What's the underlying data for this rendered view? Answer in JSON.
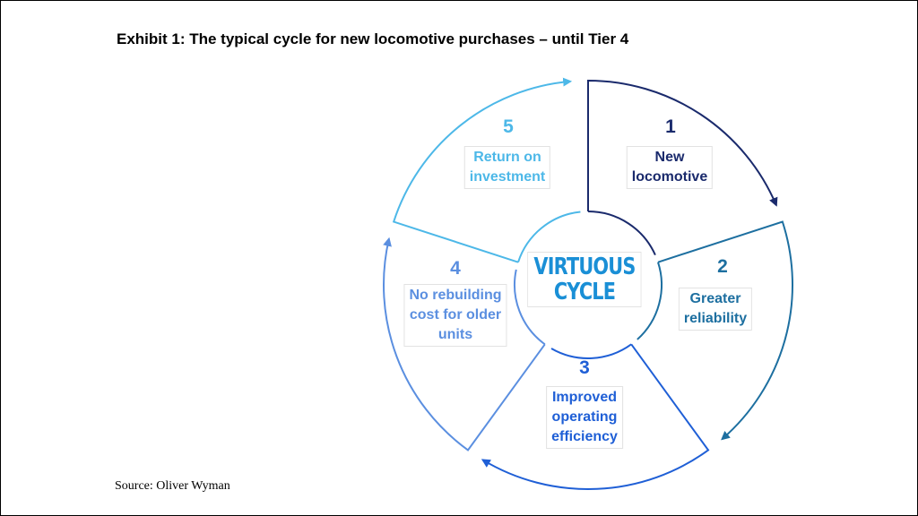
{
  "title": "Exhibit 1: The typical cycle for new locomotive purchases – until Tier 4",
  "source": "Source: Oliver Wyman",
  "center": {
    "line1": "VIRTUOUS",
    "line2": "CYCLE",
    "color": "#1a8fd6"
  },
  "steps": [
    {
      "number": "1",
      "label_lines": [
        "New",
        "locomotive"
      ],
      "color": "#1a2a6c"
    },
    {
      "number": "2",
      "label_lines": [
        "Greater",
        "reliability"
      ],
      "color": "#1d6fa0"
    },
    {
      "number": "3",
      "label_lines": [
        "Improved",
        "operating",
        "efficiency"
      ],
      "color": "#1f5fd6"
    },
    {
      "number": "4",
      "label_lines": [
        "No rebuilding",
        "cost for older",
        "units"
      ],
      "color": "#5b8fe0"
    },
    {
      "number": "5",
      "label_lines": [
        "Return on",
        "investment"
      ],
      "color": "#4db8e8"
    }
  ]
}
